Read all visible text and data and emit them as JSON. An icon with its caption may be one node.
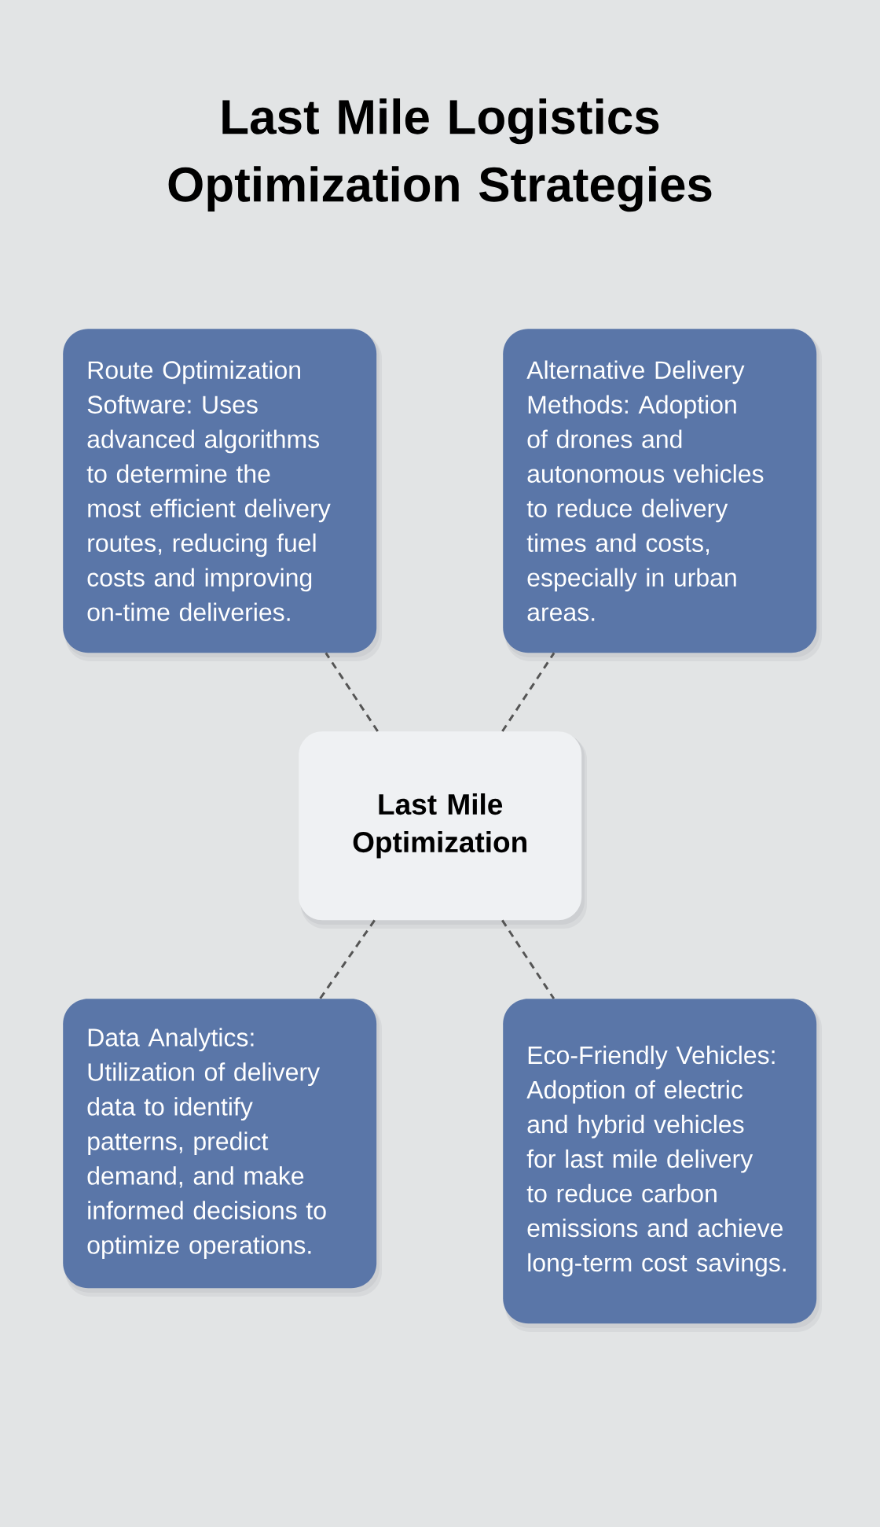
{
  "diagram": {
    "title": "Last Mile Logistics Optimization Strategies",
    "nodes": [
      {
        "text": [
          "Route Optimization Software: Uses advanced algorithms to determine the most efficient delivery routes, reducing fuel costs and improving on-time deliveries."
        ]
      },
      {
        "text": [
          "Alternative Delivery Methods: Adoption of drones and autonomous vehicles to reduce delivery times and costs, especially in urban areas."
        ]
      },
      {
        "text": [
          "Last Mile Optimization"
        ]
      },
      {
        "text": [
          "Data Analytics: Utilization of delivery data to identify patterns, predict demand, and make informed decisions to optimize operations."
        ]
      },
      {
        "text": [
          "Eco-Friendly Vehicles: Adoption of electric and hybrid vehicles for last mile delivery to reduce carbon emissions and achieve long-term cost savings."
        ]
      }
    ],
    "edges": [
      {
        "from": 2,
        "to": 0,
        "arrow": "none",
        "style": "dashed"
      },
      {
        "from": 2,
        "to": 1,
        "arrow": "none",
        "style": "dashed"
      },
      {
        "from": 2,
        "to": 3,
        "arrow": "none",
        "style": "dashed"
      },
      {
        "from": 2,
        "to": 4,
        "arrow": "none",
        "style": "dashed"
      }
    ]
  }
}
